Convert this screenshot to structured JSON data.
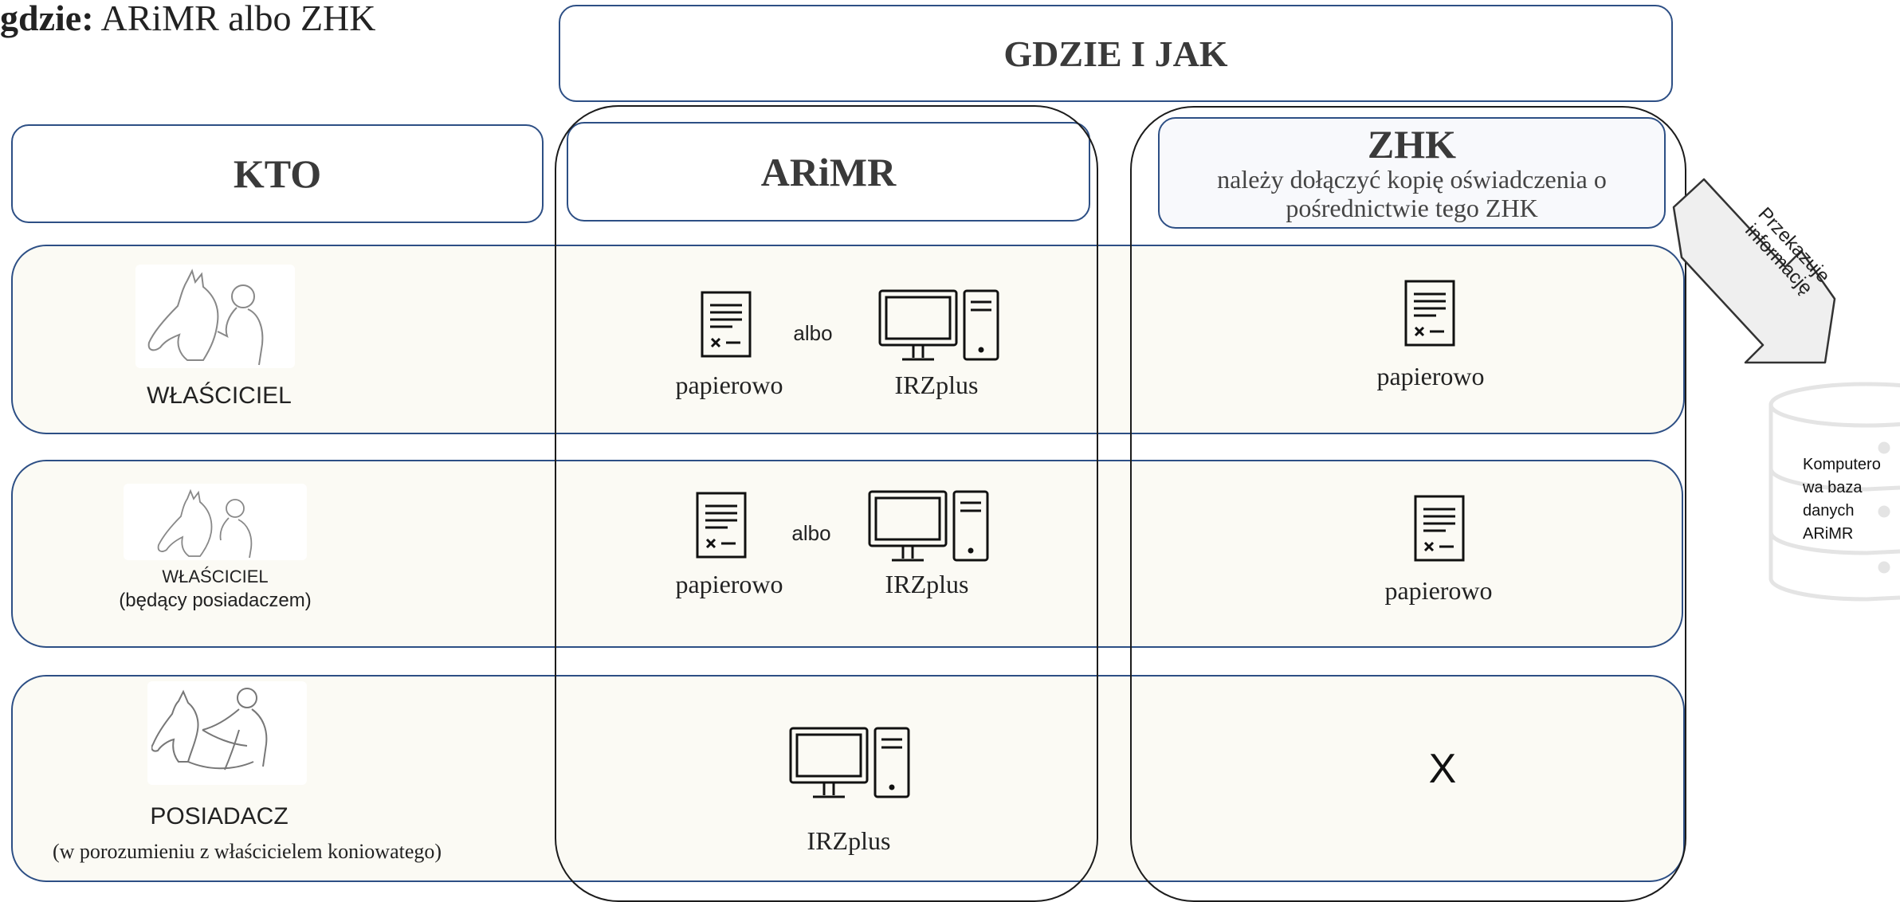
{
  "headline": {
    "prefix": "gdzie:",
    "text": "ARiMR albo ZHK"
  },
  "header": {
    "main": "GDZIE I JAK",
    "kto": "KTO",
    "arimr": "ARiMR",
    "zhk": "ZHK",
    "zhk_note_line1": "należy dołączyć kopię oświadczenia o",
    "zhk_note_line2": "pośrednictwie tego ZHK"
  },
  "rows": [
    {
      "who": "WŁAŚCICIEL",
      "who_sub": "",
      "arimr_paper": "papierowo",
      "arimr_or": "albo",
      "arimr_system": "IRZplus",
      "zhk": "papierowo"
    },
    {
      "who": "WŁAŚCICIEL",
      "who_sub": "(będący posiadaczem)",
      "arimr_paper": "papierowo",
      "arimr_or": "albo",
      "arimr_system": "IRZplus",
      "zhk": "papierowo"
    },
    {
      "who": "POSIADACZ",
      "who_sub": "(w porozumieniu z właścicielem koniowatego)",
      "arimr_system": "IRZplus",
      "zhk": "X"
    }
  ],
  "arrow": {
    "line1": "Przekazuje",
    "line2": "informację"
  },
  "database": {
    "line1": "Komputero",
    "line2": "wa baza",
    "line3": "danych",
    "line4": "ARiMR"
  },
  "colors": {
    "box_border": "#2d4f85",
    "column_border": "#1c1c1c",
    "row_fill": "#fbfaf4"
  }
}
